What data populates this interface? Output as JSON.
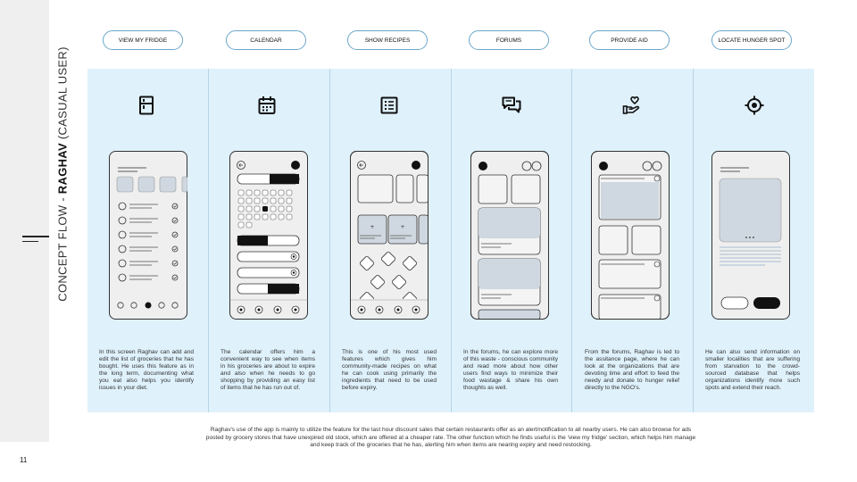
{
  "page": {
    "number": "11",
    "title_prefix": "CONCEPT FLOW - ",
    "title_name": "RAGHAV",
    "title_suffix": " (CASUAL USER)"
  },
  "columns": [
    {
      "label": "VIEW MY FRIDGE",
      "icon": "fridge-icon",
      "description": "In this screen Raghav can add and edit the list of groceries that he has bought. He uses this feature as in the long term, documenting what you eat also helps you identify issues in your diet."
    },
    {
      "label": "CALENDAR",
      "icon": "calendar-icon",
      "description": "The calendar offers him a convenient way to see when items in his groceries are about to expire and also when he needs to go shopping by providing an easy list of items that he has run out of."
    },
    {
      "label": "SHOW RECIPES",
      "icon": "list-icon",
      "description": "This is one of his most used features which gives him community-made recipes on what he can cook using primarily the ingredients that need to be used before expiry."
    },
    {
      "label": "FORUMS",
      "icon": "forum-icon",
      "description": "In the forums, he can explore more of this waste - conscious community and read more about how other users find ways to minimize their food wastage & share his own thoughts as well."
    },
    {
      "label": "PROVIDE AID",
      "icon": "heart-hand-icon",
      "description": "From the forums, Raghav is led to the assitance page, where he can look at the organizations that are devoting time and effort to feed the needy and donate to hunger relief directly to the NGO's."
    },
    {
      "label": "LOCATE HUNGER SPOT",
      "icon": "target-icon",
      "description": "He can also send information on smaller localities that are suffering from starvation to the crowd-sourced database that helps organizations identify more such spots and extend their reach."
    }
  ],
  "footer": "Raghav's use of the app is mainly to utilize the feature for the last hour discount sales that certain restaurants offer as an alert/notification to all nearby users. He can also browse for ads posted by grocery stores that have unexpired old stock, which are offered at a cheaper rate. The other function which he finds useful is the 'view my fridge' section, which helps him manage and keep track of the groceries that he has, alerting him when items are nearing expiry and need restocking."
}
